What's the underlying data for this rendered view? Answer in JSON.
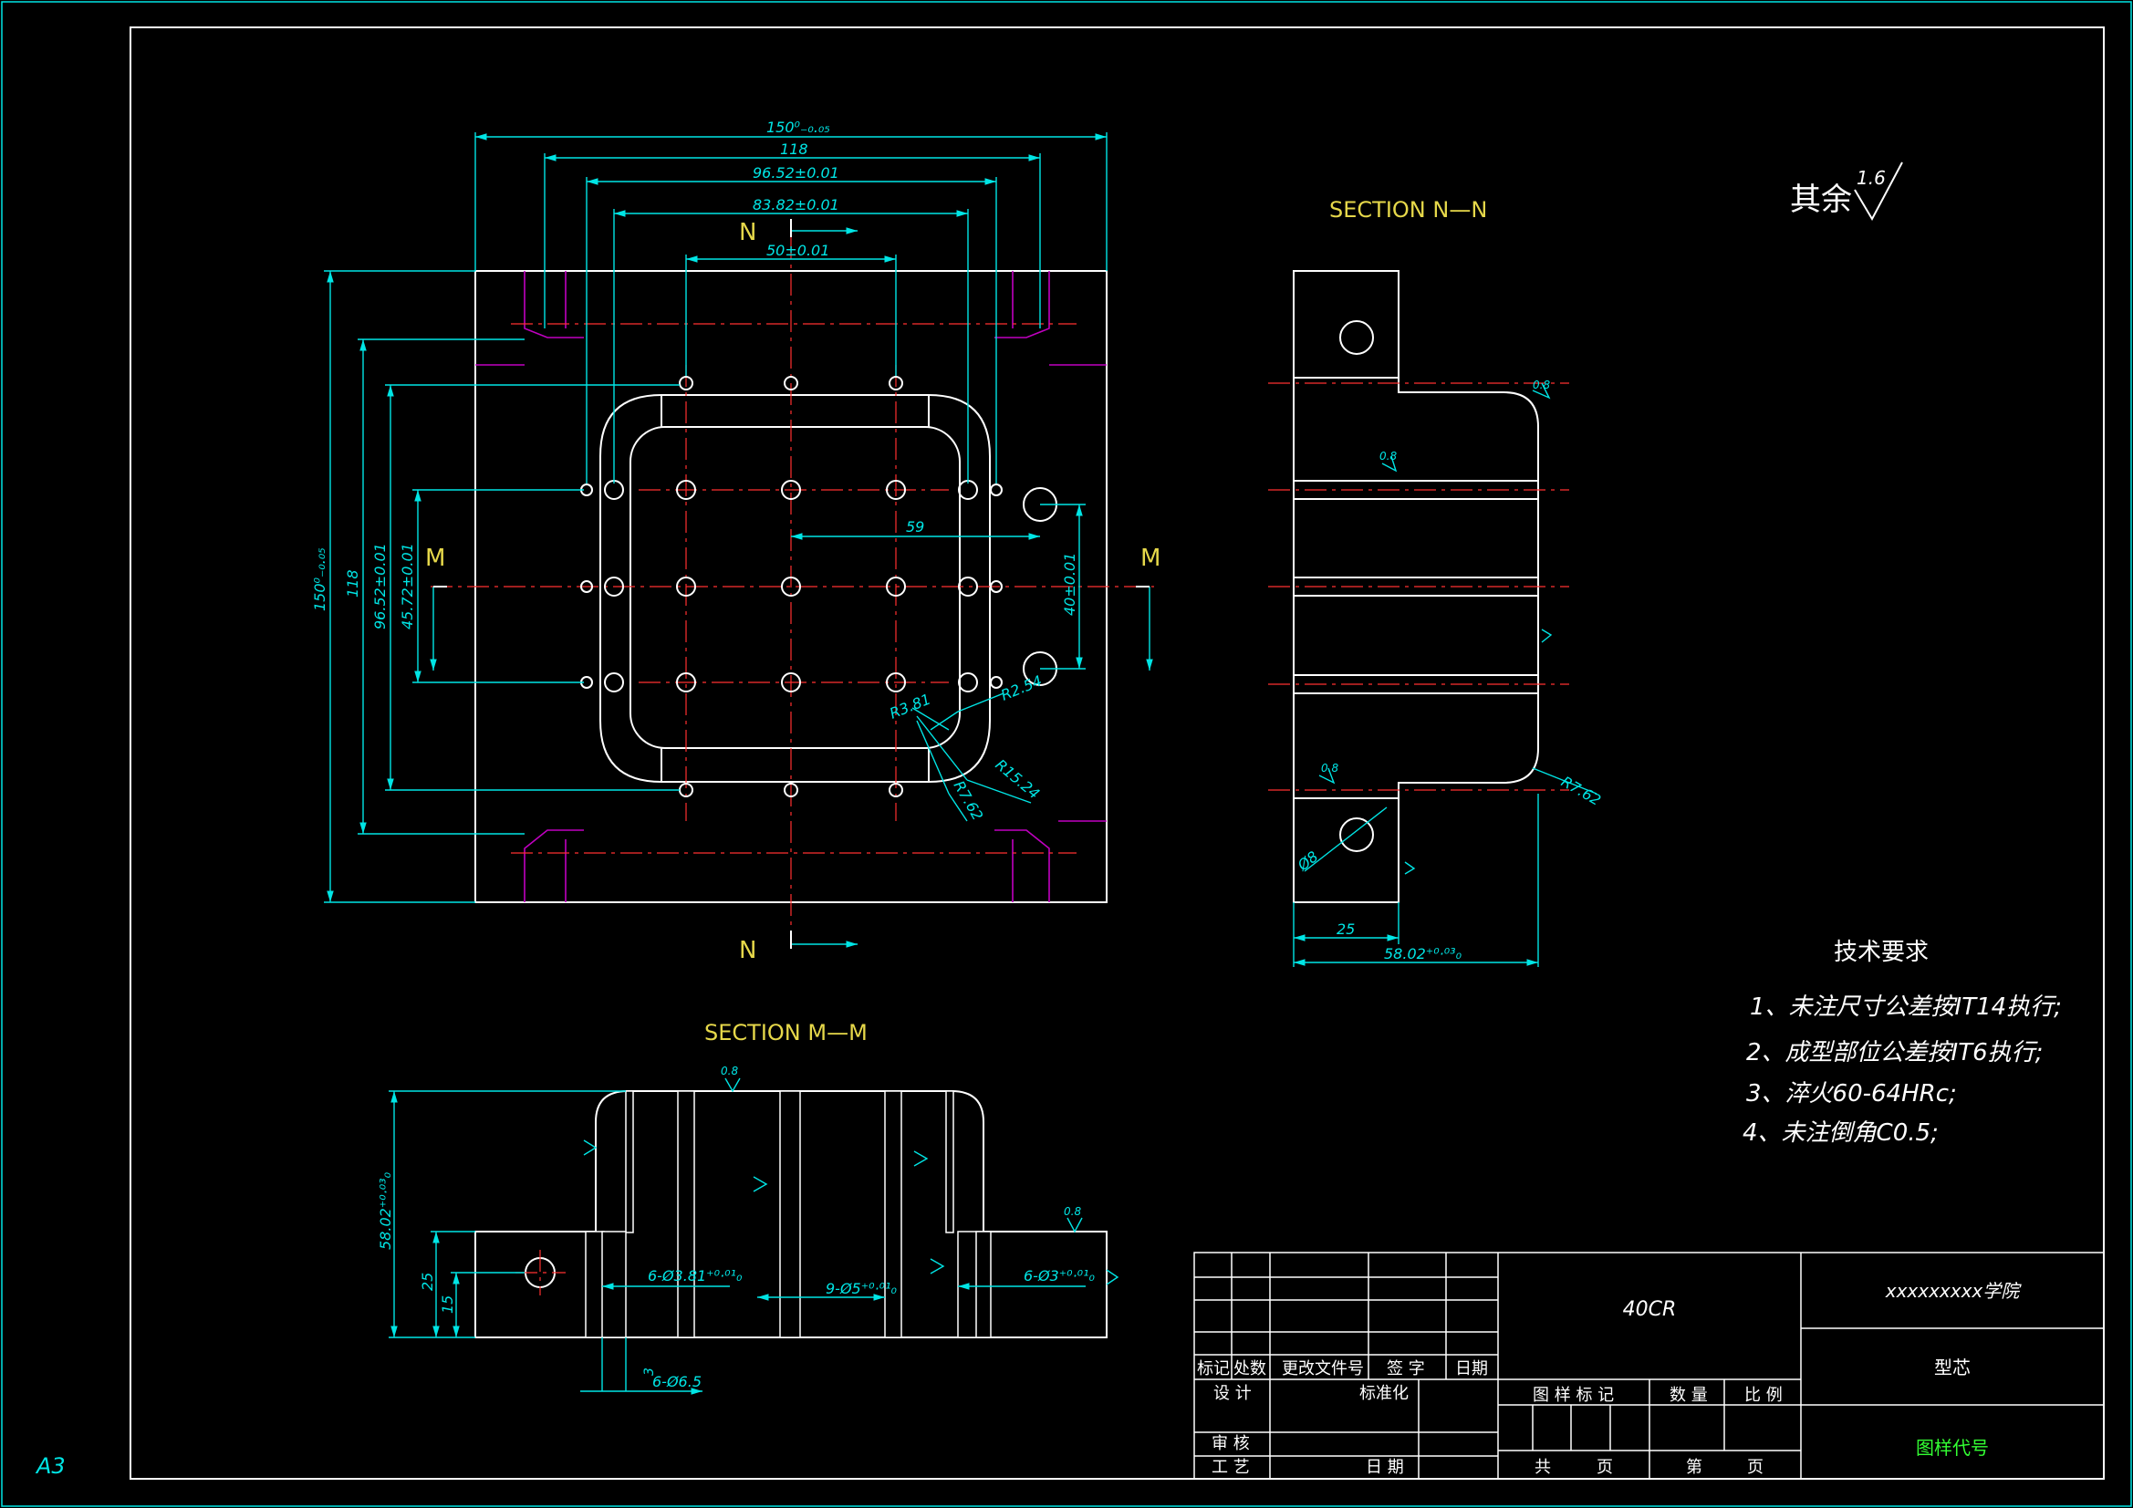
{
  "sheet": {
    "size_label": "A3"
  },
  "roughness": {
    "prefix": "其余",
    "value": "1.6"
  },
  "views": {
    "top": {
      "section_n": "N",
      "section_m": "M",
      "dims": {
        "width_total": "150⁰₋₀.₀₅",
        "w118": "118",
        "w96": "96.52±0.01",
        "w83": "83.82±0.01",
        "w50": "50±0.01",
        "h150": "150⁰₋₀.₀₅",
        "h118": "118",
        "h96": "96.52±0.01",
        "h45": "45.72±0.01",
        "d59": "59",
        "d40": "40±0.01",
        "r381": "R3.81",
        "r254": "R2.54",
        "r1524": "R15.24",
        "r762": "R7.62"
      }
    },
    "section_nn": {
      "title": "SECTION N—N",
      "dims": {
        "d25": "25",
        "d58": "58.02⁺⁰·⁰³₀",
        "r762": "R7.62",
        "phi8": "Ø8",
        "ra08": "0.8"
      }
    },
    "section_mm": {
      "title": "SECTION M—M",
      "dims": {
        "h58": "58.02⁺⁰·⁰³₀",
        "h25": "25",
        "h15": "15",
        "d3": "3",
        "holes_a": "6-Ø3.81⁺⁰·⁰¹₀",
        "holes_b": "9-Ø5⁺⁰·⁰¹₀",
        "holes_c": "6-Ø3⁺⁰·⁰¹₀",
        "holes_d": "6-Ø6.5",
        "ra08": "0.8"
      }
    }
  },
  "tech_requirements": {
    "title": "技术要求",
    "items": [
      "1、未注尺寸公差按IT14执行;",
      "2、成型部位公差按IT6执行;",
      "3、淬火60-64HRc;",
      "4、未注倒角C0.5;"
    ]
  },
  "title_block": {
    "material": "40CR",
    "school": "xxxxxxxxx学院",
    "part_name": "型芯",
    "drawing_code": "图样代号",
    "rev_headers": [
      "标记",
      "处数",
      "更改文件号",
      "签 字",
      "日期"
    ],
    "design": "设 计",
    "standardize": "标准化",
    "review": "审 核",
    "process": "工 艺",
    "date": "日 期",
    "drawing_mark": "图 样 标 记",
    "quantity": "数 量",
    "scale": "比 例",
    "total": "共",
    "page": "页",
    "sheet_no": "第",
    "page2": "页"
  },
  "colors": {
    "outline": "#ffffff",
    "dimension": "#00e5e5",
    "center": "#ff3030",
    "hidden": "#c000c0",
    "hatch": "#20c060",
    "label": "#e6d84a"
  }
}
